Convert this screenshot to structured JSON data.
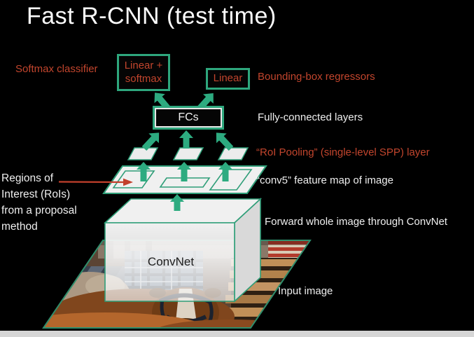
{
  "slide": {
    "title": "Fast R-CNN (test time)",
    "background_color": "#000000",
    "accent_green": "#2EA77D",
    "accent_red": "#C2452D",
    "bottom_strip_color": "#D6D6D6"
  },
  "labels": {
    "softmax_classifier": "Softmax classifier",
    "bounding_box_regressors": "Bounding-box regressors",
    "fully_connected_layers": "Fully-connected layers",
    "roi_pooling_layer": "“RoI Pooling”  (single-level SPP) layer",
    "conv5_feature_map": "“conv5” feature map of image",
    "forward_whole_image": "Forward whole image through ConvNet",
    "input_image": "Input image",
    "regions_of_interest": "Regions of\nInterest (RoIs)\nfrom a proposal\nmethod"
  },
  "boxes": {
    "linear_softmax": "Linear +\nsoftmax",
    "linear": "Linear",
    "fcs": "FCs",
    "convnet": "ConvNet"
  }
}
